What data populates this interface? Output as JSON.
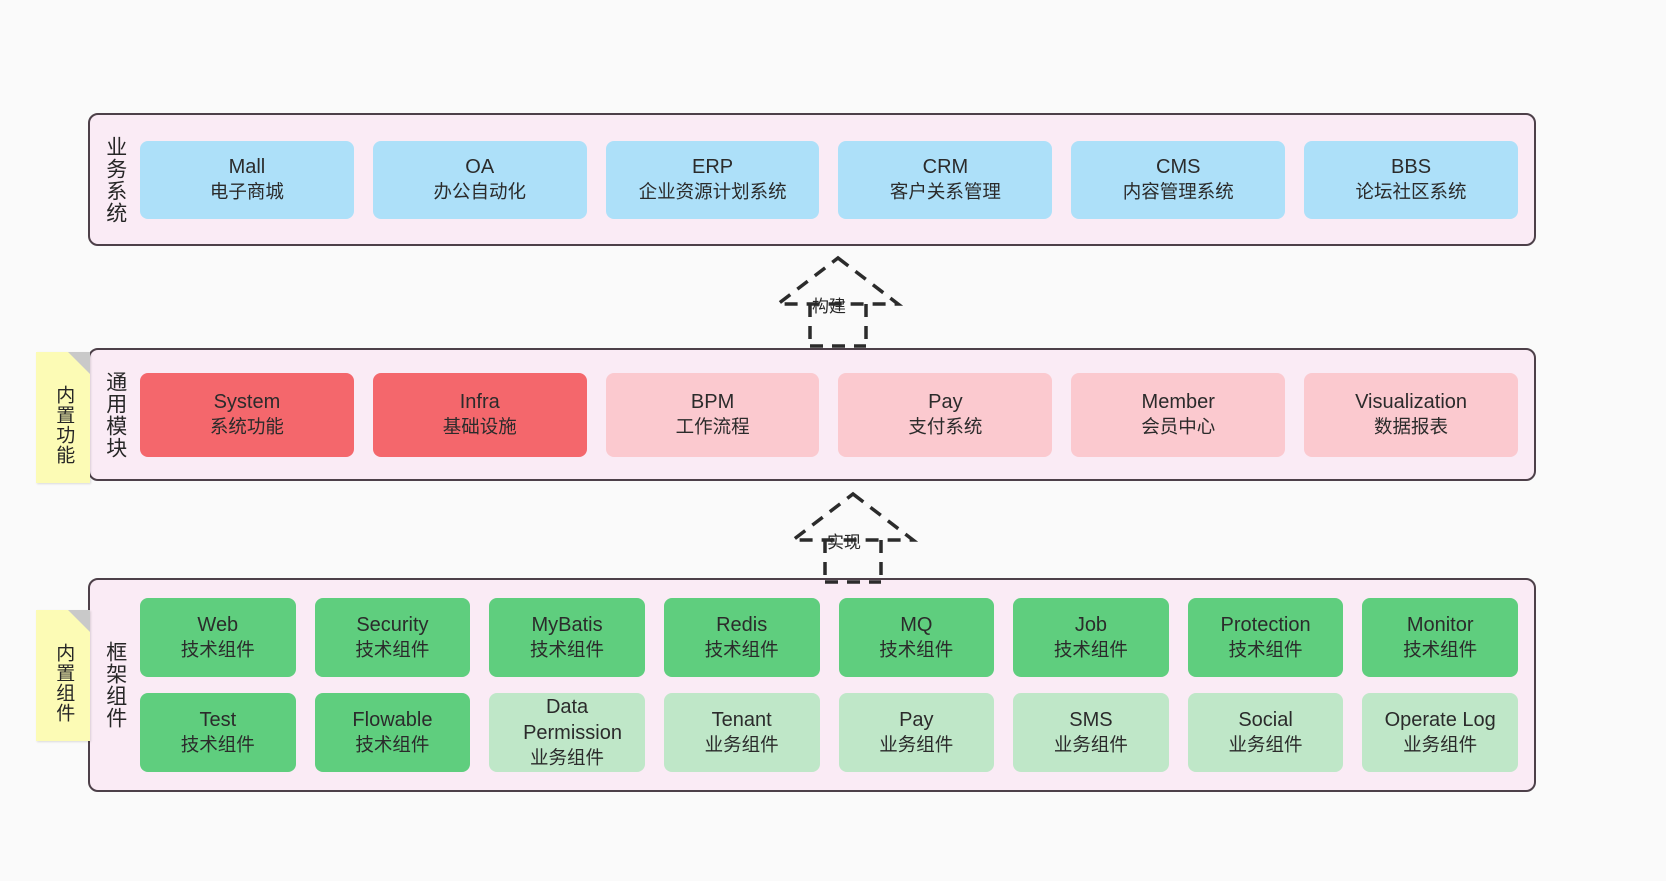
{
  "diagram": {
    "background_color": "#fafafa",
    "panel_color": "#faebf5",
    "panel_border_color": "#4d4049",
    "note_color": "#fcfbb5"
  },
  "layers": [
    {
      "id": "business-systems",
      "title": "业务系统",
      "note": null,
      "rows": [
        {
          "nodes": [
            {
              "title": "Mall",
              "sub": "电子商城",
              "color": "#ade0f9",
              "style": "blue"
            },
            {
              "title": "OA",
              "sub": "办公自动化",
              "color": "#ade0f9",
              "style": "blue"
            },
            {
              "title": "ERP",
              "sub": "企业资源计划系统",
              "color": "#ade0f9",
              "style": "blue"
            },
            {
              "title": "CRM",
              "sub": "客户关系管理",
              "color": "#ade0f9",
              "style": "blue"
            },
            {
              "title": "CMS",
              "sub": "内容管理系统",
              "color": "#ade0f9",
              "style": "blue"
            },
            {
              "title": "BBS",
              "sub": "论坛社区系统",
              "color": "#ade0f9",
              "style": "blue"
            }
          ]
        }
      ]
    },
    {
      "id": "common-modules",
      "title": "通用模块",
      "note": "内置功能",
      "rows": [
        {
          "nodes": [
            {
              "title": "System",
              "sub": "系统功能",
              "color": "#f4676c",
              "style": "red"
            },
            {
              "title": "Infra",
              "sub": "基础设施",
              "color": "#f4676c",
              "style": "red"
            },
            {
              "title": "BPM",
              "sub": "工作流程",
              "color": "#fbc9cf",
              "style": "pink"
            },
            {
              "title": "Pay",
              "sub": "支付系统",
              "color": "#fbc9cf",
              "style": "pink"
            },
            {
              "title": "Member",
              "sub": "会员中心",
              "color": "#fbc9cf",
              "style": "pink"
            },
            {
              "title": "Visualization",
              "sub": "数据报表",
              "color": "#fbc9cf",
              "style": "pink"
            }
          ]
        }
      ]
    },
    {
      "id": "framework-components",
      "title": "框架组件",
      "note": "内置组件",
      "rows": [
        {
          "nodes": [
            {
              "title": "Web",
              "sub": "技术组件",
              "color": "#5fce7e",
              "style": "green"
            },
            {
              "title": "Security",
              "sub": "技术组件",
              "color": "#5fce7e",
              "style": "green"
            },
            {
              "title": "MyBatis",
              "sub": "技术组件",
              "color": "#5fce7e",
              "style": "green"
            },
            {
              "title": "Redis",
              "sub": "技术组件",
              "color": "#5fce7e",
              "style": "green"
            },
            {
              "title": "MQ",
              "sub": "技术组件",
              "color": "#5fce7e",
              "style": "green"
            },
            {
              "title": "Job",
              "sub": "技术组件",
              "color": "#5fce7e",
              "style": "green"
            },
            {
              "title": "Protection",
              "sub": "技术组件",
              "color": "#5fce7e",
              "style": "green"
            },
            {
              "title": "Monitor",
              "sub": "技术组件",
              "color": "#5fce7e",
              "style": "green"
            }
          ]
        },
        {
          "nodes": [
            {
              "title": "Test",
              "sub": "技术组件",
              "color": "#5fce7e",
              "style": "green"
            },
            {
              "title": "Flowable",
              "sub": "技术组件",
              "color": "#5fce7e",
              "style": "green"
            },
            {
              "title": "Data Permission",
              "sub": "业务组件",
              "color": "#bfe7c8",
              "style": "lightgreen"
            },
            {
              "title": "Tenant",
              "sub": "业务组件",
              "color": "#bfe7c8",
              "style": "lightgreen"
            },
            {
              "title": "Pay",
              "sub": "业务组件",
              "color": "#bfe7c8",
              "style": "lightgreen"
            },
            {
              "title": "SMS",
              "sub": "业务组件",
              "color": "#bfe7c8",
              "style": "lightgreen"
            },
            {
              "title": "Social",
              "sub": "业务组件",
              "color": "#bfe7c8",
              "style": "lightgreen"
            },
            {
              "title": "Operate Log",
              "sub": "业务组件",
              "color": "#bfe7c8",
              "style": "lightgreen"
            }
          ]
        }
      ]
    }
  ],
  "connectors": [
    {
      "id": "build",
      "label": "构建",
      "from": "common-modules",
      "to": "business-systems",
      "style": "dashed-generalization"
    },
    {
      "id": "implement",
      "label": "实现",
      "from": "framework-components",
      "to": "common-modules",
      "style": "dashed-generalization"
    }
  ]
}
